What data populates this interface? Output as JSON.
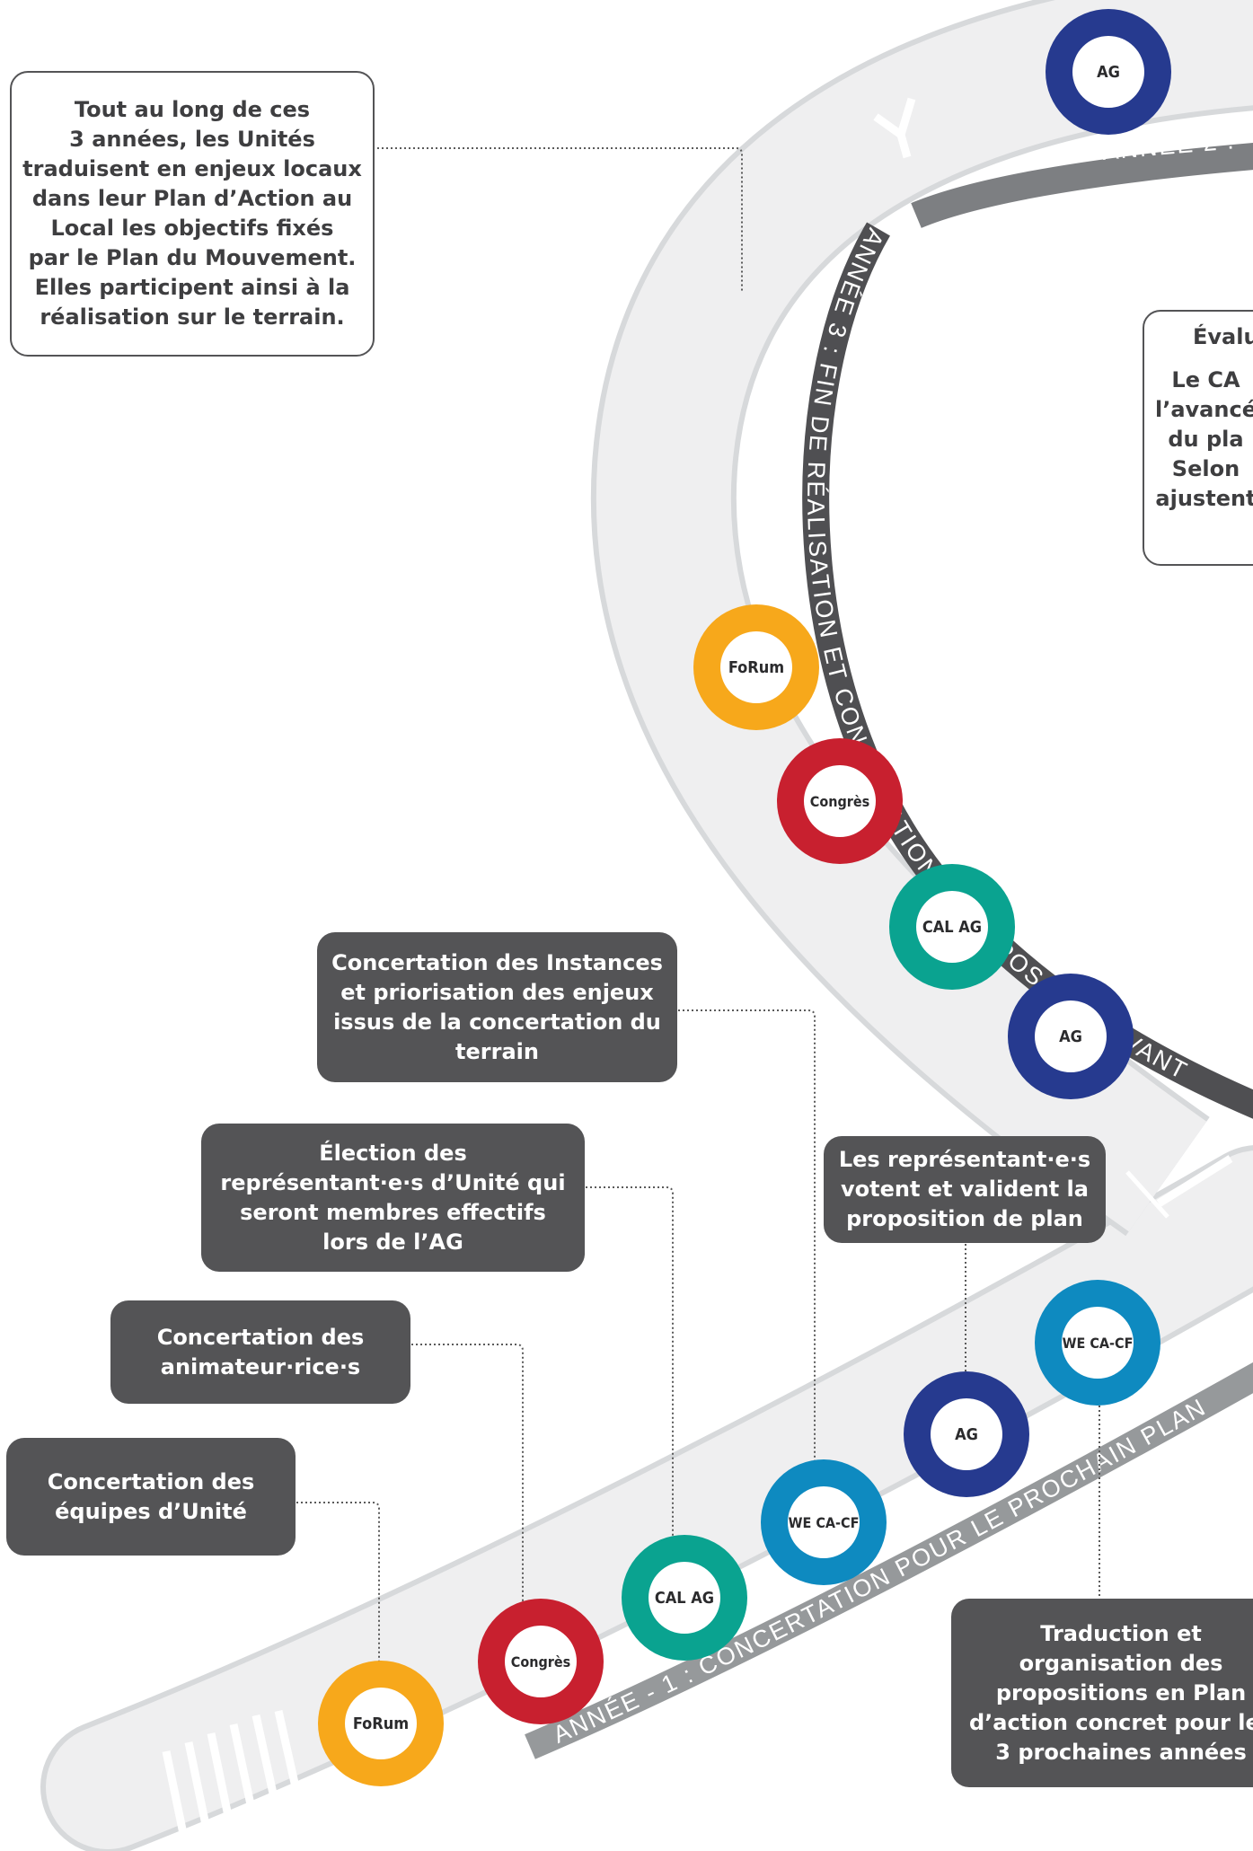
{
  "colors": {
    "forum": "#f7a81b",
    "congres": "#c8202f",
    "cal_ag": "#0aa390",
    "ag": "#263a8f",
    "we_ca_cf": "#0e8ac0",
    "road": "#efeff0",
    "band_dark": "#4f4f52",
    "band_gray": "#96999b",
    "box_dark": "#545456"
  },
  "band_labels": {
    "year_minus_1": "ANNÉE - 1 : CONCERTATION POUR LE PROCHAIN PLAN",
    "year_3": "ANNÉE 3 : FIN DE RÉALISATION ET CONCERTATION À PROPOS DU SUIVANT",
    "year_2": "ANNÉE 2 : "
  },
  "nodes": [
    {
      "id": "forum-1",
      "label": "FoRum",
      "color": "forum"
    },
    {
      "id": "congres-1",
      "label": "Congrès",
      "color": "congres"
    },
    {
      "id": "cal-ag-1",
      "label": "CAL AG",
      "color": "cal_ag"
    },
    {
      "id": "we-ca-cf-1",
      "label": "WE CA-CF",
      "color": "we_ca_cf"
    },
    {
      "id": "ag-1",
      "label": "AG",
      "color": "ag"
    },
    {
      "id": "we-ca-cf-2",
      "label": "WE CA-CF",
      "color": "we_ca_cf"
    },
    {
      "id": "ag-2",
      "label": "AG",
      "color": "ag"
    },
    {
      "id": "cal-ag-2",
      "label": "CAL AG",
      "color": "cal_ag"
    },
    {
      "id": "congres-2",
      "label": "Congrès",
      "color": "congres"
    },
    {
      "id": "forum-2",
      "label": "FoRum",
      "color": "forum"
    },
    {
      "id": "ag-3",
      "label": "AG",
      "color": "ag"
    }
  ],
  "notes": {
    "units_local": "Tout au long de ces\n3 années, les Unités\ntraduisent en enjeux locaux\ndans leur Plan d’Action au\nLocal les objectifs fixés\npar le Plan du Mouvement.\nElles participent ainsi à la\nréalisation sur le terrain.",
    "evaluation_title": "Évalu",
    "evaluation_body": "Le CA\nl’avancé\ndu pla\nSelon\najustent",
    "instances": "Concertation des Instances\net priorisation des enjeux\nissus de la concertation du\nterrain",
    "election": "Élection des\nreprésentant·e·s d’Unité qui\nseront membres effectifs\nlors de l’AG",
    "animateurs": "Concertation des\nanimateur·rice·s",
    "equipes": "Concertation des\néquipes d’Unité",
    "representants": "Les représentant·e·s\nvotent et valident la\nproposition de plan",
    "traduction": "Traduction et\norganisation des\npropositions en Plan\nd’action concret pour les\n3 prochaines années"
  }
}
